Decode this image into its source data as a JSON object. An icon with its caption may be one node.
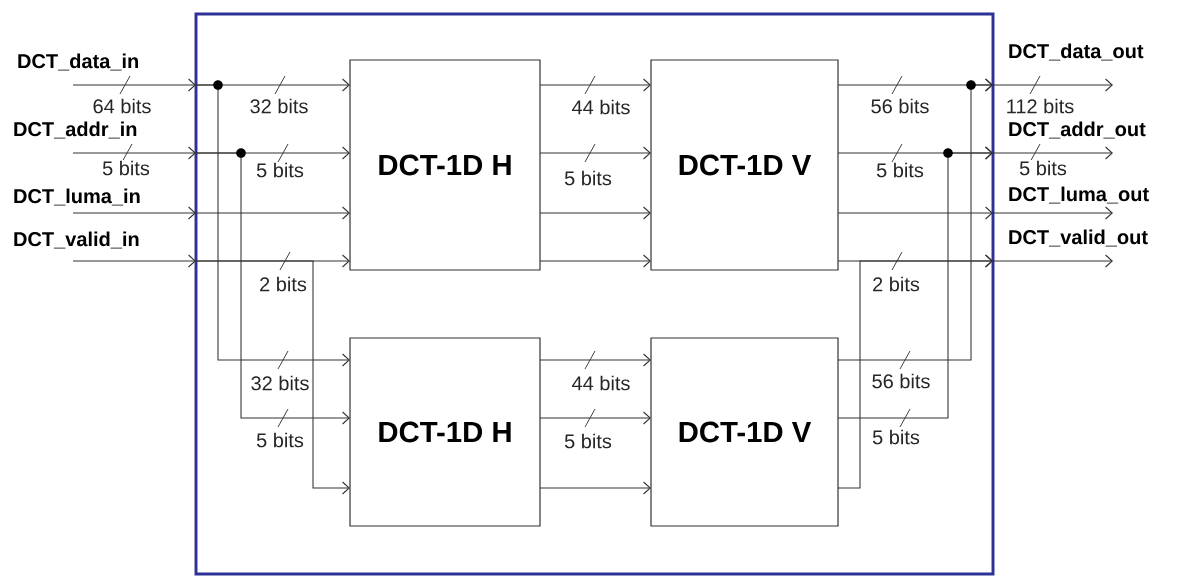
{
  "diagram": {
    "nodes": [
      {
        "text": [],
        "shape": "box"
      },
      {
        "text": [
          "DCT-1D H"
        ],
        "in": 0
      },
      {
        "text": [
          "DCT-1D V"
        ],
        "in": 0
      },
      {
        "text": [
          "DCT-1D H"
        ],
        "in": 0
      },
      {
        "text": [
          "DCT-1D V"
        ],
        "in": 0
      },
      {
        "text": [
          "DCT_data_in"
        ]
      },
      {
        "text": [
          "DCT_data_out"
        ]
      },
      {
        "text": [
          "DCT_addr_in"
        ]
      },
      {
        "text": [
          "DCT_addr_out"
        ]
      },
      {
        "text": [
          "DCT_luma_in"
        ]
      },
      {
        "text": [
          "DCT_luma_out"
        ]
      },
      {
        "text": [
          "DCT_valid_in"
        ]
      },
      {
        "text": [
          "DCT_valid_out"
        ]
      }
    ],
    "edges": [
      {
        "from": 5,
        "to": 0,
        "arrow": "to",
        "label": "64 bits"
      },
      {
        "from": 7,
        "to": 0,
        "arrow": "to",
        "label": "5 bits"
      },
      {
        "from": 9,
        "to": 0,
        "arrow": "to"
      },
      {
        "from": 11,
        "to": 0,
        "arrow": "to"
      },
      {
        "from": 0,
        "to": 1,
        "arrow": "to",
        "label": "32 bits"
      },
      {
        "from": 0,
        "to": 1,
        "arrow": "to",
        "label": "5 bits"
      },
      {
        "from": 0,
        "to": 1,
        "arrow": "to"
      },
      {
        "from": 0,
        "to": 1,
        "arrow": "to",
        "label": "2 bits"
      },
      {
        "from": 0,
        "to": 3,
        "arrow": "to",
        "label": "32 bits"
      },
      {
        "from": 0,
        "to": 3,
        "arrow": "to",
        "label": "5 bits"
      },
      {
        "from": 0,
        "to": 3,
        "arrow": "to"
      },
      {
        "from": 1,
        "to": 2,
        "arrow": "to",
        "label": "44 bits"
      },
      {
        "from": 1,
        "to": 2,
        "arrow": "to",
        "label": "5 bits"
      },
      {
        "from": 1,
        "to": 2,
        "arrow": "to"
      },
      {
        "from": 1,
        "to": 2,
        "arrow": "to"
      },
      {
        "from": 3,
        "to": 4,
        "arrow": "to",
        "label": "44 bits"
      },
      {
        "from": 3,
        "to": 4,
        "arrow": "to",
        "label": "5 bits"
      },
      {
        "from": 3,
        "to": 4,
        "arrow": "to"
      },
      {
        "from": 2,
        "to": 0,
        "arrow": "to",
        "label": "56 bits"
      },
      {
        "from": 2,
        "to": 0,
        "arrow": "to",
        "label": "5 bits"
      },
      {
        "from": 2,
        "to": 0,
        "arrow": "to"
      },
      {
        "from": 2,
        "to": 0,
        "arrow": "to",
        "label": "2 bits"
      },
      {
        "from": 4,
        "to": 0,
        "arrow": "to",
        "label": "56 bits"
      },
      {
        "from": 4,
        "to": 0,
        "arrow": "to",
        "label": "5 bits"
      },
      {
        "from": 4,
        "to": 0,
        "arrow": "to"
      },
      {
        "from": 0,
        "to": 6,
        "arrow": "to",
        "label": "112 bits"
      },
      {
        "from": 0,
        "to": 8,
        "arrow": "to",
        "label": "5 bits"
      },
      {
        "from": 0,
        "to": 10,
        "arrow": "to"
      },
      {
        "from": 0,
        "to": 12,
        "arrow": "to"
      }
    ]
  }
}
